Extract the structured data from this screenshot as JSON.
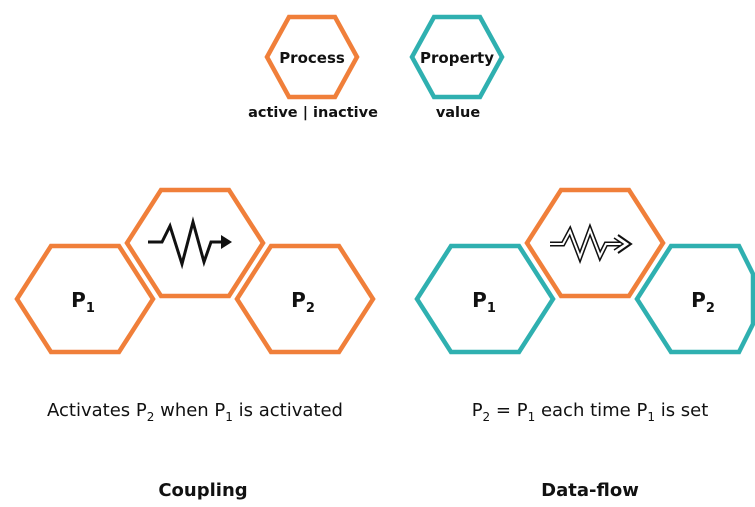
{
  "colors": {
    "process": "#f07f3a",
    "property": "#2fb0b0",
    "text": "#111111"
  },
  "legend": {
    "process": {
      "label": "Process",
      "caption": "active | inactive"
    },
    "property": {
      "label": "Property",
      "caption": "value"
    }
  },
  "coupling": {
    "left_node": {
      "base": "P",
      "sub": "1"
    },
    "right_node": {
      "base": "P",
      "sub": "2"
    },
    "center_icon": "zigzag-arrow-icon",
    "description": {
      "part1": "Activates P",
      "sub1": "2",
      "part2": " when P",
      "sub2": "1",
      "part3": " is activated"
    },
    "title": "Coupling"
  },
  "dataflow": {
    "left_node": {
      "base": "P",
      "sub": "1"
    },
    "right_node": {
      "base": "P",
      "sub": "2"
    },
    "center_icon": "double-zigzag-arrow-icon",
    "description": {
      "part1": "P",
      "sub1": "2",
      "part2": " = P",
      "sub2": "1",
      "part3": " each time P",
      "sub3": "1",
      "part4": " is set"
    },
    "title": "Data-flow"
  }
}
